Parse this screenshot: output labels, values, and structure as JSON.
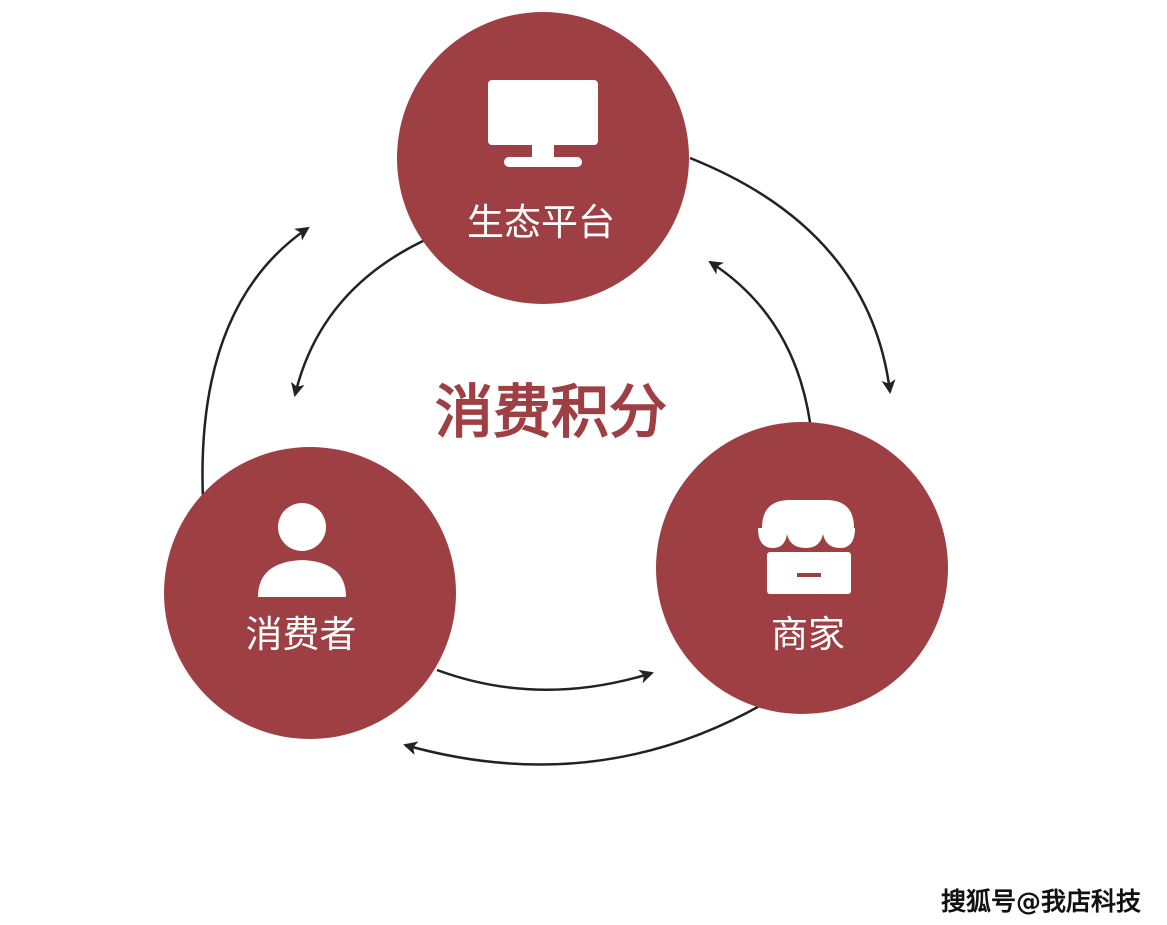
{
  "center_title": "消费积分",
  "nodes": {
    "platform": {
      "label": "生态平台",
      "icon": "monitor-icon"
    },
    "consumer": {
      "label": "消费者",
      "icon": "person-icon"
    },
    "merchant": {
      "label": "商家",
      "icon": "storefront-icon"
    }
  },
  "watermark": "搜狐号@我店科技",
  "colors": {
    "node_fill": "#9e3f43",
    "center_title": "#9e3f43",
    "arrow": "#222222",
    "icon": "#ffffff"
  }
}
